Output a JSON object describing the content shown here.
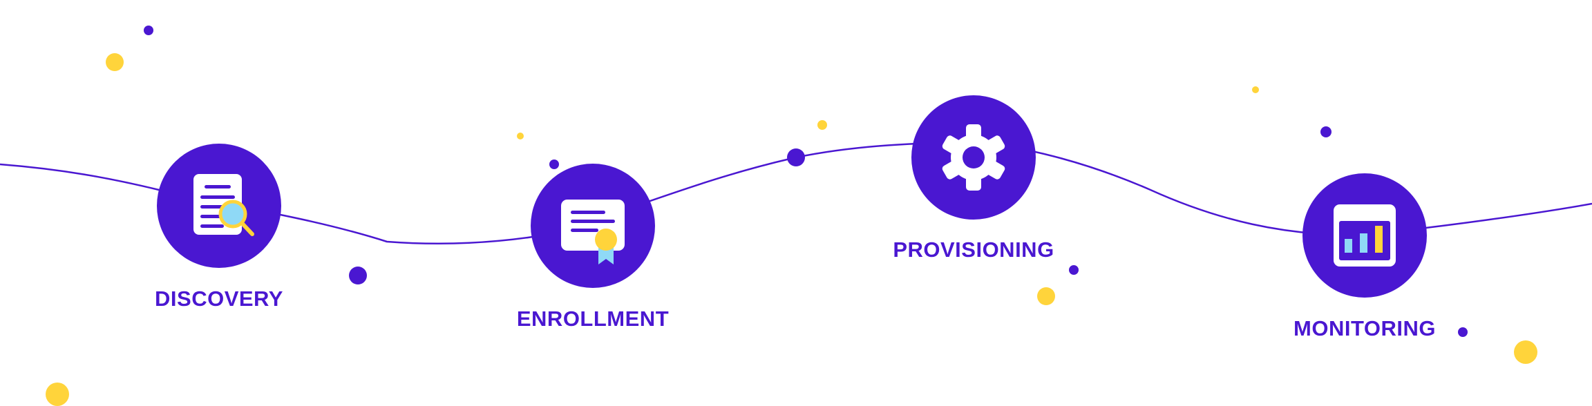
{
  "colors": {
    "primary": "#4A17D1",
    "accent_yellow": "#FFD43B",
    "light_blue": "#8FD9F6",
    "white": "#FFFFFF",
    "line": "#4A17D1"
  },
  "steps": [
    {
      "label": "DISCOVERY",
      "icon": "document-search-icon"
    },
    {
      "label": "ENROLLMENT",
      "icon": "certificate-icon"
    },
    {
      "label": "PROVISIONING",
      "icon": "gear-icon"
    },
    {
      "label": "MONITORING",
      "icon": "dashboard-chart-icon"
    }
  ]
}
